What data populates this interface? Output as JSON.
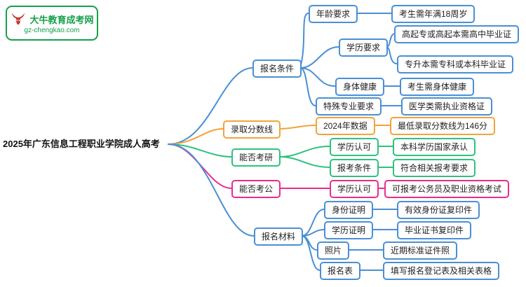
{
  "colors": {
    "blue": "#4a8fd4",
    "orange": "#f2a33c",
    "green": "#2ec27e",
    "pink": "#ec2b8d",
    "logo_green": "#16a04a",
    "logo_red": "#c5372f"
  },
  "site": {
    "logo_title": "大牛教育成考网",
    "logo_url": "gz-chengkao.com"
  },
  "root": {
    "title": "2025年广东信息工程职业学院成人高考"
  },
  "branches": [
    {
      "label": "报名条件",
      "color": "#4a8fd4",
      "children": [
        {
          "label": "年龄要求",
          "values": [
            "考生需年满18周岁"
          ]
        },
        {
          "label": "学历要求",
          "values": [
            "高起专或高起本需高中毕业证",
            "专升本需专科或本科毕业证"
          ]
        },
        {
          "label": "身体健康",
          "values": [
            "考生需身体健康"
          ]
        },
        {
          "label": "特殊专业要求",
          "values": [
            "医学类需执业资格证"
          ]
        }
      ]
    },
    {
      "label": "录取分数线",
      "color": "#f2a33c",
      "children": [
        {
          "label": "2024年数据",
          "values": [
            "最低录取分数线为146分"
          ]
        }
      ]
    },
    {
      "label": "能否考研",
      "color": "#2ec27e",
      "children": [
        {
          "label": "学历认可",
          "values": [
            "本科学历国家承认"
          ]
        },
        {
          "label": "报考条件",
          "values": [
            "符合相关报考要求"
          ]
        }
      ]
    },
    {
      "label": "能否考公",
      "color": "#ec2b8d",
      "children": [
        {
          "label": "学历认可",
          "values": [
            "可报考公务员及职业资格考试"
          ]
        }
      ]
    },
    {
      "label": "报名材料",
      "color": "#4a8fd4",
      "children": [
        {
          "label": "身份证明",
          "values": [
            "有效身份证复印件"
          ]
        },
        {
          "label": "学历证明",
          "values": [
            "毕业证书复印件"
          ]
        },
        {
          "label": "照片",
          "values": [
            "近期标准证件照"
          ]
        },
        {
          "label": "报名表",
          "values": [
            "填写报名登记表及相关表格"
          ]
        }
      ]
    }
  ]
}
